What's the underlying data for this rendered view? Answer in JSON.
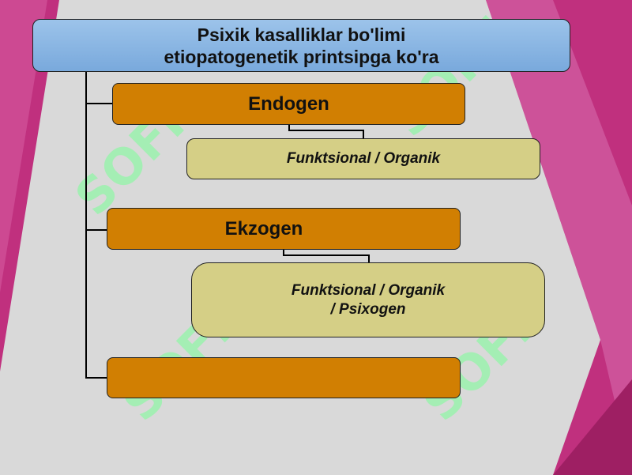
{
  "diagram": {
    "title_line1": "Psixik kasalliklar bo'limi",
    "title_line2": "etiopatogenetik printsipga ko'ra",
    "node1": {
      "label": "Endogen",
      "child": "Funktsional / Organik"
    },
    "node2": {
      "label": "Ekzogen",
      "child_line1": "Funktsional / Organik",
      "child_line2": "/ Psixogen"
    },
    "node3": {
      "label": ""
    }
  },
  "colors": {
    "title_fill": "#79a9dc",
    "category_fill": "#d17f02",
    "subtype_fill": "#d5cf86",
    "side_band": "#c0307e"
  },
  "watermark": "SOFF"
}
